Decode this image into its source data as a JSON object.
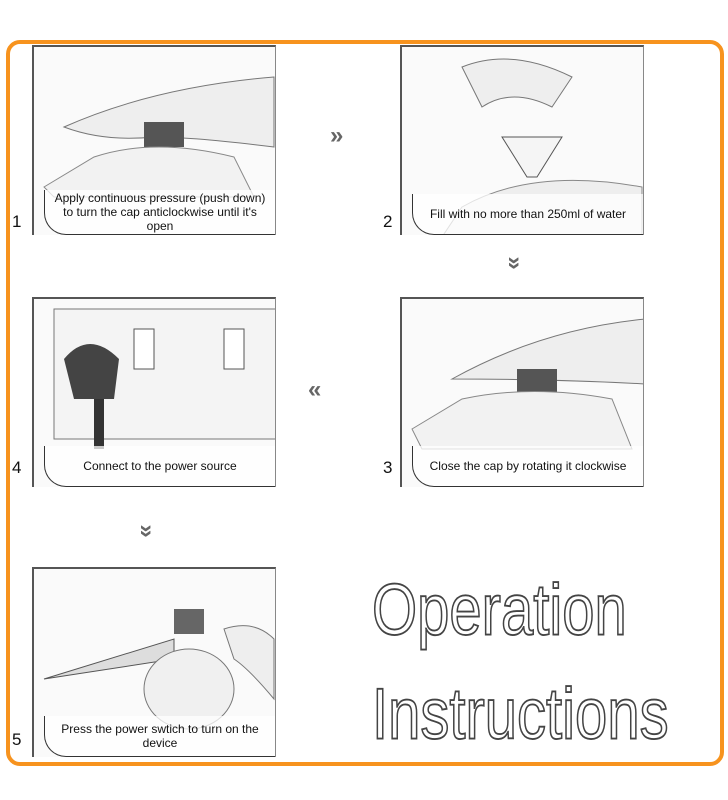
{
  "steps": [
    {
      "number": "1",
      "caption": "Apply continuous pressure (push down) to turn the cap anticlockwise until it's open"
    },
    {
      "number": "2",
      "caption": "Fill with no more than 250ml of water"
    },
    {
      "number": "3",
      "caption": "Close the cap by rotating it clockwise"
    },
    {
      "number": "4",
      "caption": "Connect to the power source"
    },
    {
      "number": "5",
      "caption": "Press the power swtich to turn on the device"
    }
  ],
  "title": {
    "line1": "Operation",
    "line2": "Instructions"
  },
  "arrows": {
    "right": "»",
    "down": "»",
    "left": "«"
  },
  "colors": {
    "frame": "#f7931e"
  }
}
